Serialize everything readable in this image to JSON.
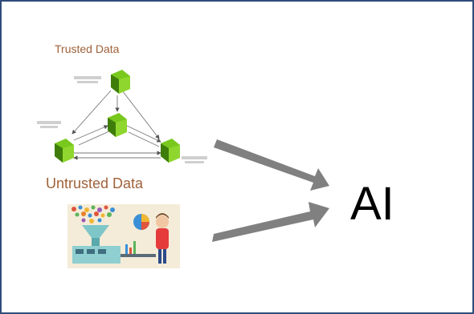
{
  "diagram": {
    "trusted_label": "Trusted Data",
    "untrusted_label": "Untrusted Data",
    "target_label": "AI"
  },
  "colors": {
    "border": "#2f4c7a",
    "label_brown": "#a0623a",
    "node_green": "#78c81e",
    "node_dark_green": "#3e7d0a",
    "arrow_gray": "#808080",
    "text_black": "#000000"
  },
  "icons": {
    "node": "blockchain-cube-icon",
    "factory": "data-factory-illustration",
    "arrow": "arrow-right-icon"
  }
}
